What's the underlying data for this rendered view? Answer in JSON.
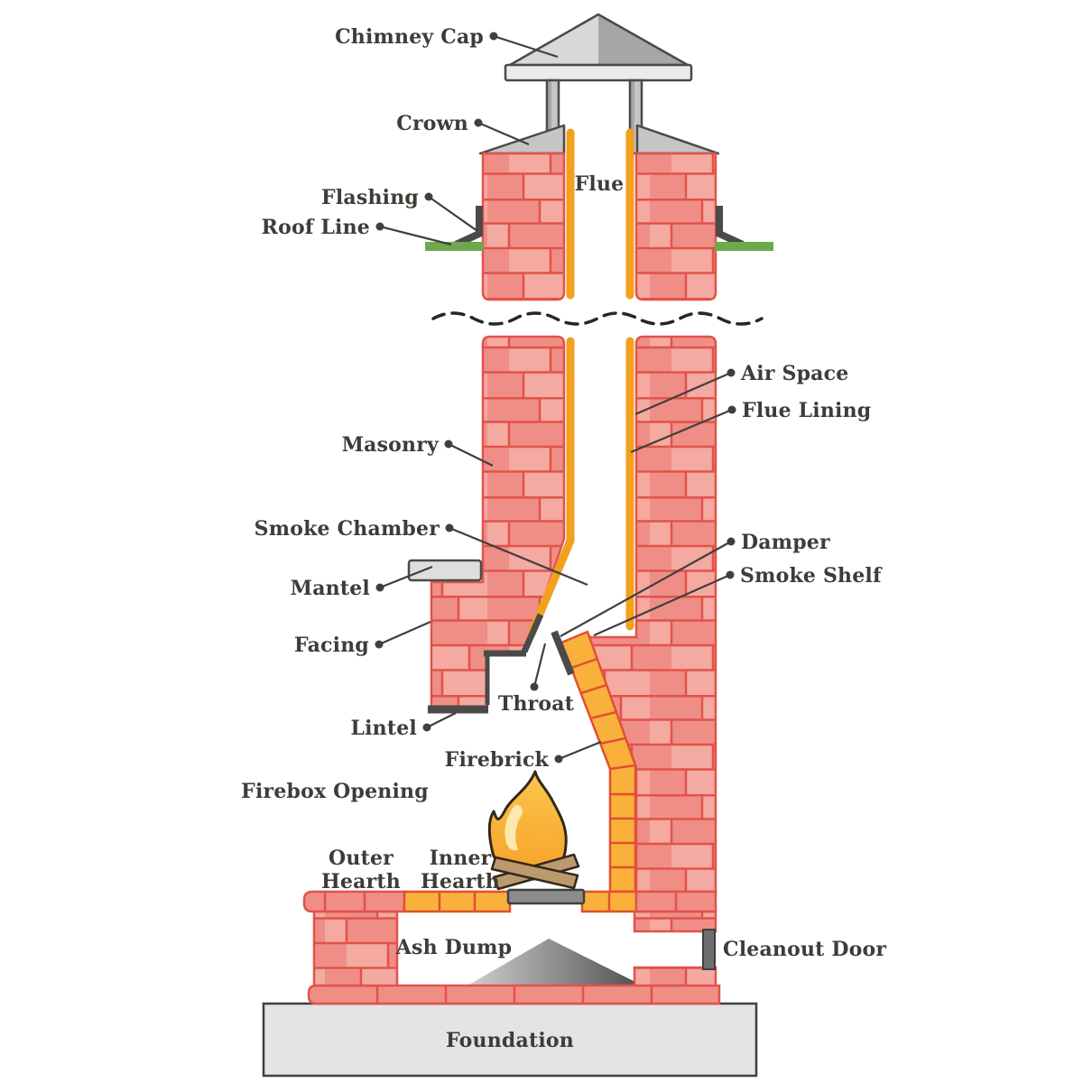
{
  "labels": {
    "chimney_cap": "Chimney Cap",
    "crown": "Crown",
    "flashing": "Flashing",
    "roof_line": "Roof Line",
    "flue": "Flue",
    "air_space": "Air Space",
    "flue_lining": "Flue Lining",
    "masonry": "Masonry",
    "smoke_chamber": "Smoke Chamber",
    "mantel": "Mantel",
    "damper": "Damper",
    "smoke_shelf": "Smoke Shelf",
    "facing": "Facing",
    "throat": "Throat",
    "lintel": "Lintel",
    "firebrick": "Firebrick",
    "firebox_opening": "Firebox Opening",
    "outer_hearth_line1": "Outer",
    "outer_hearth_line2": "Hearth",
    "inner_hearth_line1": "Inner",
    "inner_hearth_line2": "Hearth",
    "ash_dump": "Ash Dump",
    "cleanout_door": "Cleanout Door",
    "foundation": "Foundation"
  },
  "colors": {
    "background": "#FFFFFF",
    "brick": "#EF8E87",
    "brick_light": "#F4A9A1",
    "mortar": "#E15349",
    "firebrick": "#F9B13C",
    "firebrick_line": "#E2502F",
    "flue_lining": "#F3A01F",
    "metal_dark": "#4A4A4A",
    "outline_dark": "#3F3F3F",
    "cap_light": "#D8D8D8",
    "cap_dark": "#A6A6A6",
    "cap_slab": "#EBEBEB",
    "crown_gray": "#C5C5C5",
    "mantel_gray": "#DEDEDE",
    "foundation_gray": "#E4E4E4",
    "roof_green": "#6FA74F",
    "grate_gray": "#8C8C8C",
    "door_gray": "#6E6E6E",
    "ash_light": "#CFCFCF",
    "ash_dark": "#4F4F4F",
    "flame_top": "#FBC64E",
    "flame_bottom": "#F5A226",
    "flame_highlight": "#FDE9AE",
    "flame_outline": "#33281A",
    "log_brown": "#BC9A6E",
    "text": "#3F3C38"
  }
}
